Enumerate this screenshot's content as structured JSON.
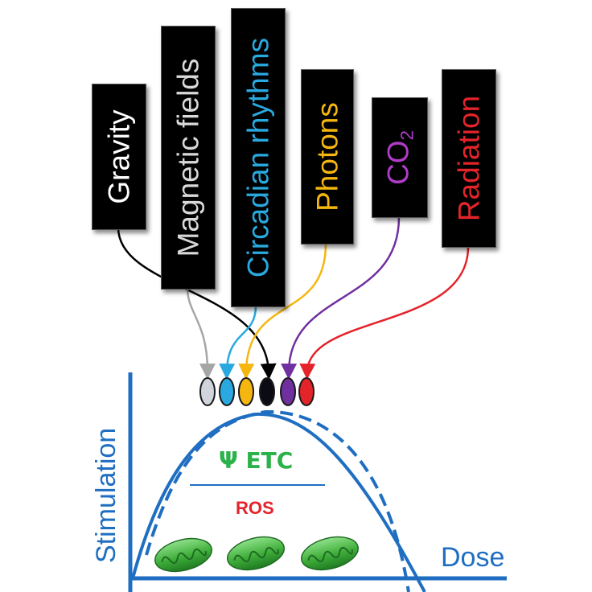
{
  "factors": [
    {
      "id": "gravity",
      "label": "Gravity",
      "color": "#ffffff",
      "line_color": "#000000"
    },
    {
      "id": "magnetic-fields",
      "label": "Magnetic fields",
      "color": "#d9d9d9",
      "line_color": "#a6a6a6"
    },
    {
      "id": "circadian-rhythms",
      "label": "Circadian rhythms",
      "color": "#29a9e0",
      "line_color": "#29a9e0"
    },
    {
      "id": "photons",
      "label": "Photons",
      "color": "#f5b70f",
      "line_color": "#f5b70f"
    },
    {
      "id": "co2",
      "label": "CO",
      "subscript": "2",
      "color": "#b03cc8",
      "line_color": "#7030a0"
    },
    {
      "id": "radiation",
      "label": "Radiation",
      "color": "#e4232a",
      "line_color": "#e4232a"
    }
  ],
  "receptors": [
    {
      "id": "magnetic-fields",
      "color": "#d0d5dc"
    },
    {
      "id": "circadian-rhythms",
      "color": "#29a9e0"
    },
    {
      "id": "photons",
      "color": "#f5b70f"
    },
    {
      "id": "gravity",
      "color": "#0b0b14"
    },
    {
      "id": "co2",
      "color": "#7030a0"
    },
    {
      "id": "radiation",
      "color": "#e4232a"
    }
  ],
  "graph": {
    "y_label": "Stimulation",
    "x_label": "Dose",
    "mito_label": "Ψ ETC",
    "ros_label": "ROS",
    "axis_color": "#1f6ec1",
    "mito_color": "#2bb24a",
    "ros_color": "#e4232a",
    "mitochondria_count": 3
  }
}
